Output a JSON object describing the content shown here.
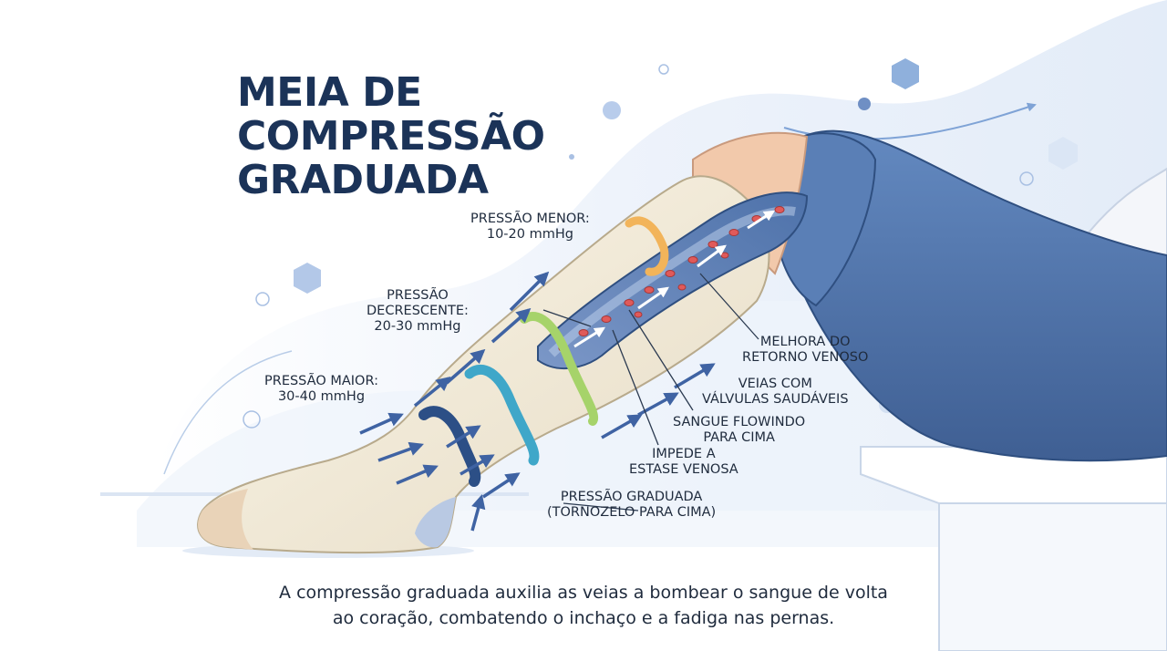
{
  "title": {
    "line1": "MEIA DE",
    "line2": "COMPRESSÃO",
    "line3": "GRADUADA"
  },
  "labels": {
    "pressao_menor": {
      "line1": "PRESSÃO MENOR:",
      "line2": "10-20 mmHg"
    },
    "pressao_decrescente": {
      "line1": "PRESSÃO",
      "line2": "DECRESCENTE:",
      "line3": "20-30 mmHg"
    },
    "pressao_maior": {
      "line1": "PRESSÃO MAIOR:",
      "line2": "30-40 mmHg"
    },
    "melhora": {
      "line1": "MELHORA DO",
      "line2": "RETORNO VENOSO"
    },
    "veias": {
      "line1": "VEIAS COM",
      "line2": "VÁLVULAS SAUDÁVEIS"
    },
    "sangue": {
      "line1": "SANGUE FLOWINDO",
      "line2": "PARA CIMA"
    },
    "impede": {
      "line1": "IMPEDE A",
      "line2": "ESTASE VENOSA"
    },
    "graduada": {
      "line1": "PRESSÃO GRADUADA",
      "line2": "(TORNOZELO PARA CIMA)"
    }
  },
  "caption": {
    "line1": "A compressão graduada auxilia as veias a bombear o sangue de volta",
    "line2": "ao coração, combatendo o inchaço e a fadiga nas pernas."
  },
  "colors": {
    "title": "#1b3358",
    "text": "#1f2b3d",
    "jeans": "#4f74ab",
    "stocking": "#f3ecd9",
    "skin": "#f2c9ab",
    "vein": "#5d7fb3",
    "blood_cell": "#e05a5a",
    "band_orange": "#f2b45a",
    "band_green": "#a6d36a",
    "band_blue": "#3fa7c9",
    "band_navy": "#2c4f86",
    "arrow": "#3f63a3",
    "background_wave": "#e6eef9"
  }
}
